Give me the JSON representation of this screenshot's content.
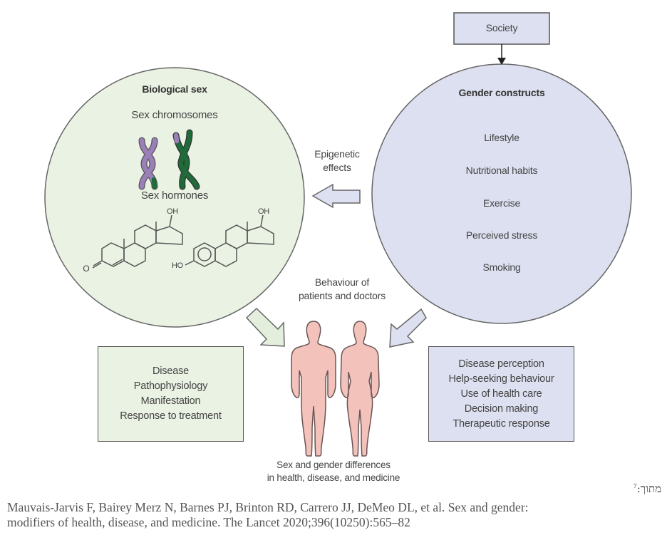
{
  "figure": {
    "society": {
      "label": "Society"
    },
    "biological_sex": {
      "title": "Biological sex",
      "chromosomes_label": "Sex chromosomes",
      "hormones_label": "Sex hormones",
      "hormone_labels": {
        "oh": "OH",
        "ho": "HO",
        "o": "O"
      },
      "colors": {
        "fill": "#eaf2e3",
        "chromosome_x": "#9b7fb8",
        "chromosome_y": "#1f6b3a"
      }
    },
    "gender_constructs": {
      "title": "Gender constructs",
      "items": [
        "Lifestyle",
        "Nutritional habits",
        "Exercise",
        "Perceived stress",
        "Smoking"
      ],
      "colors": {
        "fill": "#dde0f0"
      }
    },
    "epigenetic": {
      "line1": "Epigenetic",
      "line2": "effects"
    },
    "behaviour": {
      "line1": "Behaviour of",
      "line2": "patients and doctors"
    },
    "left_box": {
      "lines": [
        "Disease",
        "Pathophysiology",
        "Manifestation",
        "Response to treatment"
      ]
    },
    "right_box": {
      "lines": [
        "Disease perception",
        "Help-seeking behaviour",
        "Use of health care",
        "Decision making",
        "Therapeutic response"
      ]
    },
    "bottom_caption": {
      "line1": "Sex and gender differences",
      "line2": "in health, disease, and medicine"
    },
    "figures": {
      "body_color": "#f2c2bb",
      "outline": "#6b5555"
    }
  },
  "source_label": {
    "text": "מתוך:",
    "footnote": "7"
  },
  "citation": {
    "line1": "Mauvais-Jarvis F, Bairey Merz N, Barnes PJ, Brinton RD, Carrero JJ, DeMeo DL, et al. Sex and gender:",
    "line2": "modifiers of health, disease, and medicine. The Lancet 2020;396(10250):565–82"
  }
}
